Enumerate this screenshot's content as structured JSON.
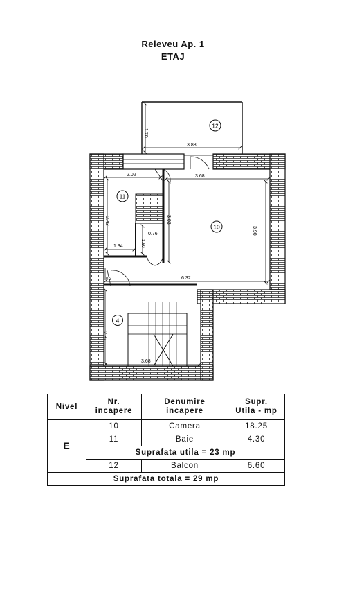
{
  "title": {
    "line1": "Releveu Ap. 1",
    "line2": "ETAJ"
  },
  "plan": {
    "dimensions": {
      "balcony_depth": "1.70",
      "balcony_width": "3.88",
      "bath_width": "2.02",
      "hall_opening": "3.68",
      "bath_height": "2.43",
      "shaft_height": "3.03",
      "room_height": "3.90",
      "shaft_inner": "1.60",
      "shaft_width": "0.76",
      "bath_lower_width": "1.34",
      "overall_width": "6.32",
      "door_small": "0.3",
      "stair_height": "2.37",
      "stair_width": "3.68"
    },
    "room_labels": {
      "balcony": "12",
      "bath": "11",
      "camera": "10",
      "stairs": "4"
    }
  },
  "table": {
    "headers": {
      "nivel": "Nivel",
      "nr_1": "Nr.",
      "nr_2": "incapere",
      "den_1": "Denumire",
      "den_2": "incapere",
      "supr_1": "Supr.",
      "supr_2": "Utila - mp"
    },
    "level": "E",
    "rows": [
      {
        "nr": "10",
        "name": "Camera",
        "area": "18.25"
      },
      {
        "nr": "11",
        "name": "Baie",
        "area": "4.30"
      }
    ],
    "subtotal": "Suprafata utila = 23  mp",
    "balcony_row": {
      "nr": "12",
      "name": "Balcon",
      "area": "6.60"
    },
    "total": "Suprafata totala = 29  mp"
  }
}
